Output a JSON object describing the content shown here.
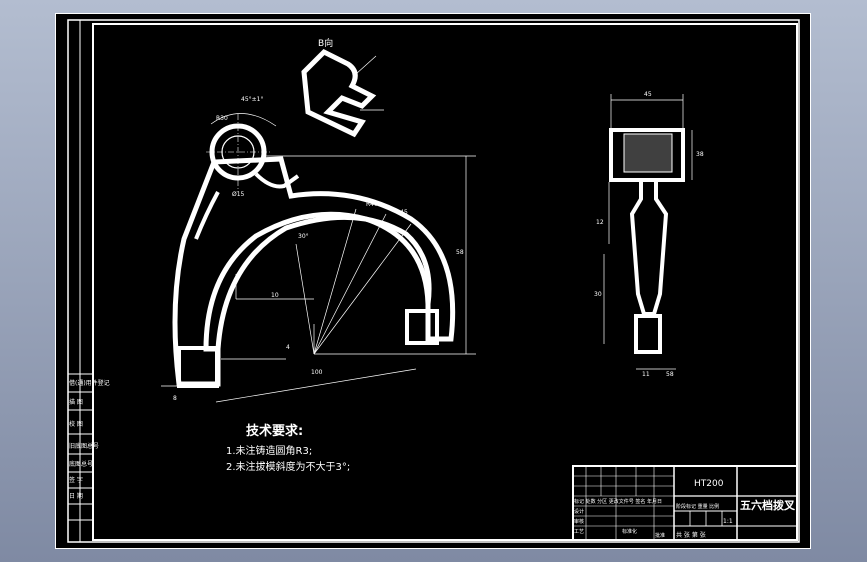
{
  "section": {
    "label": "B向"
  },
  "material": {
    "code": "HT200"
  },
  "title_block": {
    "part_name": "五六档拨叉",
    "scale": "1:1",
    "row_left_text": "标记 处数 分区 更改文件号 签名 年月日",
    "row_mid_text": "阶段标记 重量 比例",
    "row_design": "设计",
    "row_approve": "审核",
    "row_craft": "工艺",
    "row_std": "标准化",
    "row_bottom": "共 张 第 张",
    "row_bottom_right": "批准"
  },
  "side_labels": [
    "借(通)用件登记",
    "描 图",
    "校 图",
    "旧底图总号",
    "底图总号",
    "签 字",
    "日 期"
  ],
  "tech_requirements": {
    "title": "技术要求:",
    "items": [
      "1.未注铸造圆角R3;",
      "2.未注拔模斜度为不大于3°;"
    ]
  },
  "dimensions": {
    "front_top": "45°±1°",
    "front_r1": "R30",
    "front_r2": "R40",
    "front_r3": "R45",
    "front_height": "58",
    "front_width": "100",
    "front_small": "10",
    "front_angle": "30°",
    "front_hole": "Ø15",
    "front_side": "4",
    "front_b": "8",
    "side_top": "45",
    "side_h": "38",
    "side_mid": "30",
    "side_bottom": "11",
    "side_left": "12",
    "side_long": "58"
  }
}
